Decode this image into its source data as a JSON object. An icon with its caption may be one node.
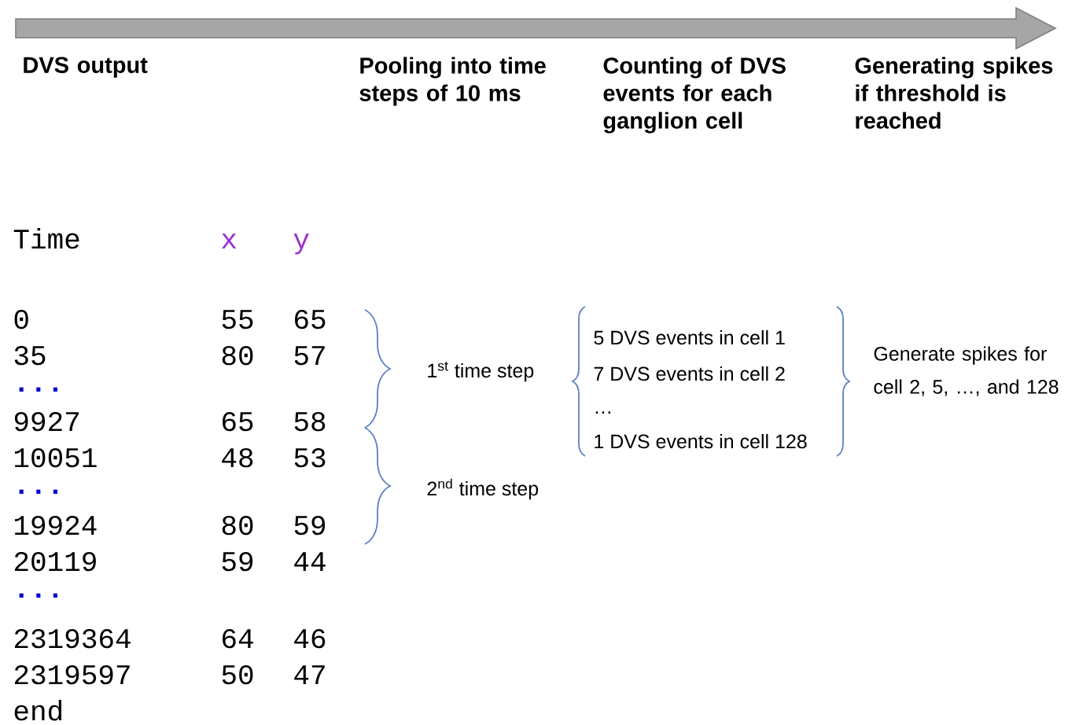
{
  "diagram": {
    "labels": [
      "DVS output",
      "Pooling into time steps of 10 ms",
      "Counting of DVS events for each ganglion cell",
      "Generating spikes if threshold is reached",
      "Time",
      "x",
      "y",
      "0",
      "55",
      "65",
      "35",
      "80",
      "57",
      "...",
      "9927",
      "65",
      "58",
      "10051",
      "48",
      "53",
      "...",
      "19924",
      "80",
      "59",
      "20119",
      "59",
      "44",
      "...",
      "2319364",
      "64",
      "46",
      "2319597",
      "50",
      "47",
      "end",
      "1$^{st}$ time step",
      "2$^{nd}$ time step",
      "5 DVS events in cell 1",
      "7 DVS events in cell 2",
      "…",
      "1 DVS events in cell 128",
      "Generate spikes for cell 2, 5, …, and 128"
    ]
  }
}
